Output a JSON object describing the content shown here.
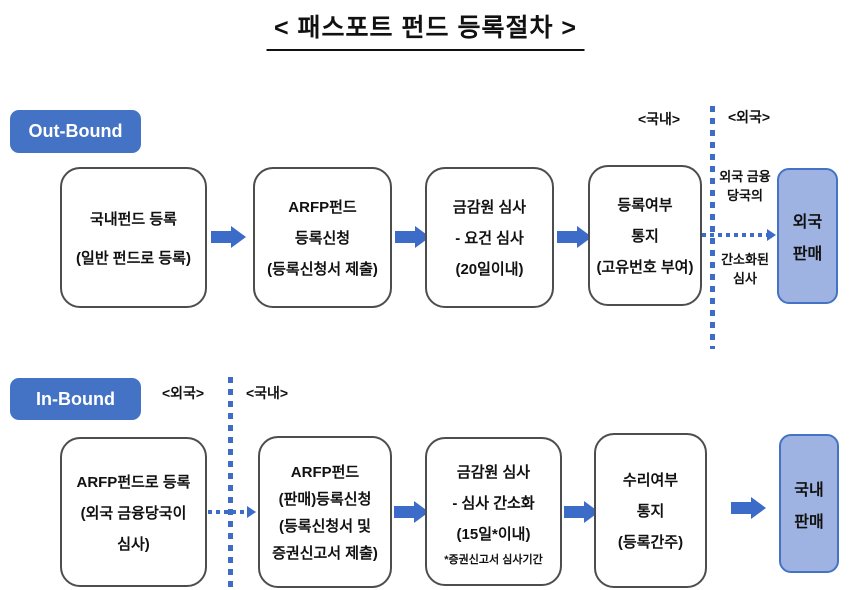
{
  "title": "< 패스포트 펀드 등록절차 >",
  "colors": {
    "accent": "#4472C4",
    "arrow": "#3D6BC8",
    "result-fill": "#9EB3E2",
    "box-border": "#4D4D4D",
    "ink": "#111111"
  },
  "outbound": {
    "label": "Out-Bound",
    "region_left": "<국내>",
    "region_right": "<외국>",
    "steps": [
      {
        "lines": [
          "국내펀드 등록",
          "(일반 펀드로 등록)"
        ]
      },
      {
        "lines": [
          "ARFP펀드",
          "등록신청",
          "(등록신청서 제출)"
        ]
      },
      {
        "lines": [
          "금감원 심사",
          "- 요건 심사",
          "(20일이내)"
        ]
      },
      {
        "lines": [
          "등록여부",
          "통지",
          "(고유번호 부여)"
        ]
      }
    ],
    "note_top": {
      "lines": [
        "외국 금융",
        "당국의"
      ]
    },
    "note_bottom": {
      "lines": [
        "간소화된",
        "심사"
      ]
    },
    "result": {
      "lines": [
        "외국",
        "판매"
      ]
    }
  },
  "inbound": {
    "label": "In-Bound",
    "region_left": "<외국>",
    "region_right": "<국내>",
    "steps": [
      {
        "lines": [
          "ARFP펀드로 등록",
          "(외국 금융당국이",
          "심사)"
        ]
      },
      {
        "lines": [
          "ARFP펀드",
          "(판매)등록신청",
          "(등록신청서 및",
          "증권신고서 제출)"
        ]
      },
      {
        "lines": [
          "금감원 심사",
          "- 심사 간소화",
          "(15일*이내)"
        ],
        "footnote": "*증권신고서 심사기간"
      },
      {
        "lines": [
          "수리여부",
          "통지",
          "(등록간주)"
        ]
      }
    ],
    "result": {
      "lines": [
        "국내",
        "판매"
      ]
    }
  }
}
